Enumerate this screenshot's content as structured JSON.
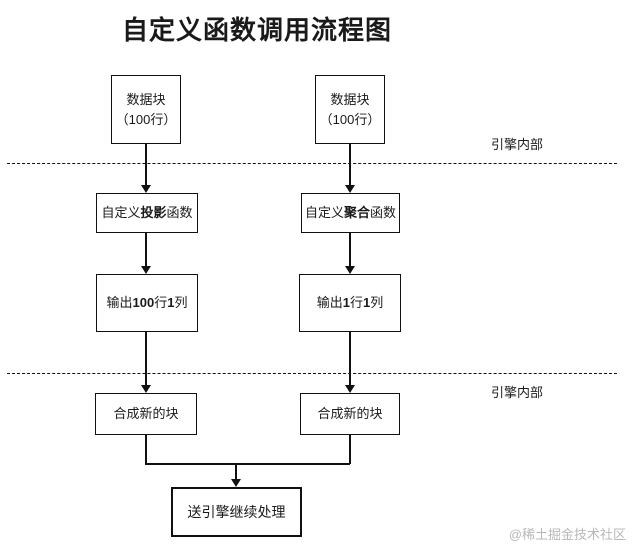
{
  "title": "自定义函数调用流程图",
  "zone_labels": {
    "engine_internal_top": "引擎内部",
    "engine_internal_bottom": "引擎内部"
  },
  "nodes": {
    "data_block_left": {
      "line1": "数据块",
      "line2": "（100行）"
    },
    "data_block_right": {
      "line1": "数据块",
      "line2": "（100行）"
    },
    "projection_fn": {
      "segments": [
        {
          "t": "自定义"
        },
        {
          "t": "投影",
          "b": true
        },
        {
          "t": "函数"
        }
      ]
    },
    "aggregation_fn": {
      "segments": [
        {
          "t": "自定义"
        },
        {
          "t": "聚合",
          "b": true
        },
        {
          "t": "函数"
        }
      ]
    },
    "output_left": {
      "segments": [
        {
          "t": "输出"
        },
        {
          "t": "100",
          "b": true
        },
        {
          "t": "行"
        },
        {
          "t": "1",
          "b": true
        },
        {
          "t": "列"
        }
      ]
    },
    "output_right": {
      "segments": [
        {
          "t": "输出"
        },
        {
          "t": "1",
          "b": true
        },
        {
          "t": "行"
        },
        {
          "t": "1",
          "b": true
        },
        {
          "t": "列"
        }
      ]
    },
    "merge_left": {
      "text": "合成新的块"
    },
    "merge_right": {
      "text": "合成新的块"
    },
    "final": {
      "text": "送引擎继续处理"
    }
  },
  "watermark": "@稀土掘金技术社区",
  "colors": {
    "background": "#ffffff",
    "line": "#111111",
    "text": "#1a1a1a",
    "watermark": "#b8b8b8"
  }
}
